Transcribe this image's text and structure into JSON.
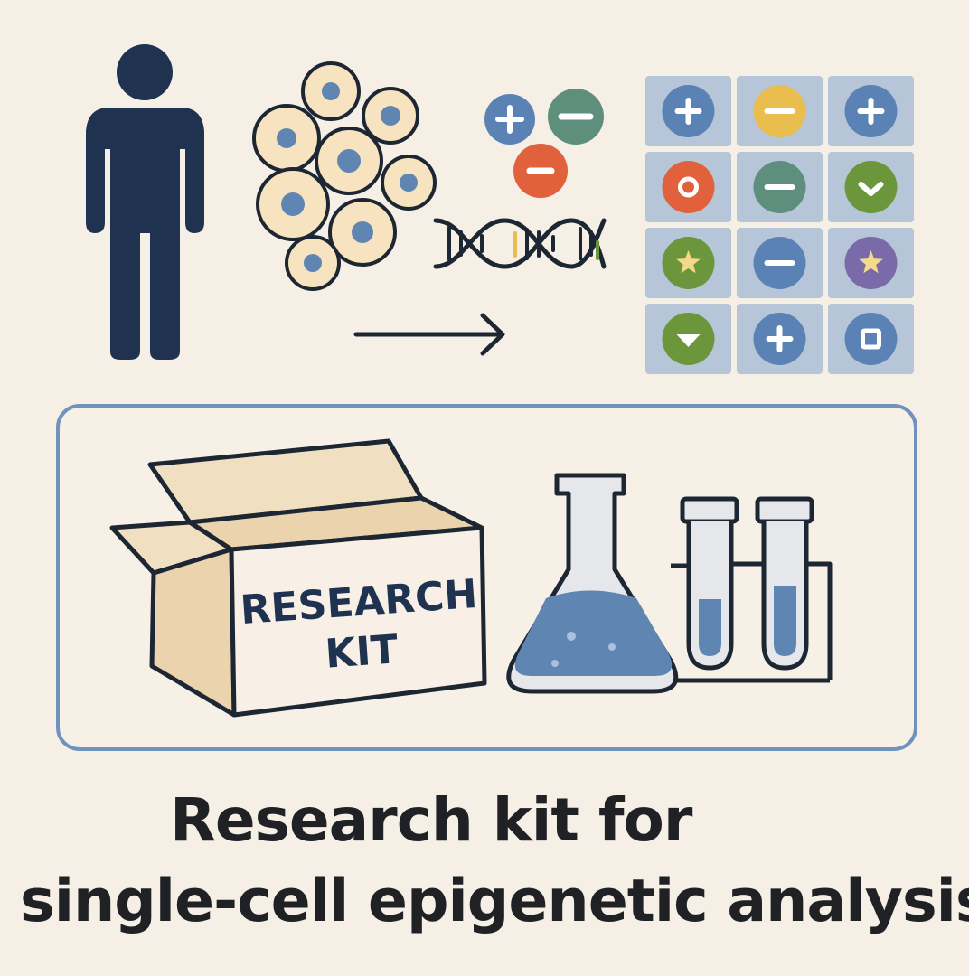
{
  "colors": {
    "background": "#f6efe5",
    "outline": "#1d2733",
    "person": "#1f3350",
    "cell_fill": "#f7e3bf",
    "cell_nucleus": "#5f86b3",
    "badge_blue": "#5b82b4",
    "badge_green": "#5d8f7c",
    "badge_red": "#e2613d",
    "badge_yellow": "#e9bd4e",
    "badge_olive": "#6c963c",
    "badge_purple": "#7a6aa9",
    "grid_tile": "#b6c6d8",
    "kit_border": "#6f93bd",
    "box_fill": "#f1dfc1",
    "box_side": "#ead3ad",
    "liquid": "#5f86b3",
    "glass": "#e5e7ea"
  },
  "top_panel": {
    "person_icon": "person-icon",
    "cells_icon": "cell-cluster-icon",
    "dna_icon": "dna-icon",
    "arrow_icon": "right-arrow-icon",
    "floating_marks": [
      {
        "symbol": "plus",
        "color": "badge_blue"
      },
      {
        "symbol": "minus",
        "color": "badge_green"
      },
      {
        "symbol": "minus",
        "color": "badge_red"
      }
    ],
    "grid": [
      [
        {
          "symbol": "plus",
          "color": "badge_blue"
        },
        {
          "symbol": "minus",
          "color": "badge_yellow"
        },
        {
          "symbol": "plus",
          "color": "badge_blue"
        }
      ],
      [
        {
          "symbol": "circle",
          "color": "badge_red"
        },
        {
          "symbol": "minus",
          "color": "badge_green"
        },
        {
          "symbol": "chevron",
          "color": "badge_olive"
        }
      ],
      [
        {
          "symbol": "star",
          "color": "badge_olive"
        },
        {
          "symbol": "minus",
          "color": "badge_blue"
        },
        {
          "symbol": "star",
          "color": "badge_purple"
        }
      ],
      [
        {
          "symbol": "triangle",
          "color": "badge_olive"
        },
        {
          "symbol": "plus",
          "color": "badge_blue"
        },
        {
          "symbol": "square",
          "color": "badge_blue"
        }
      ]
    ]
  },
  "kit_panel": {
    "box_label_line_1": "RESEARCH",
    "box_label_line_2": "KIT",
    "box_icon": "open-box-icon",
    "flask_icon": "erlenmeyer-flask-icon",
    "tubes_icon": "test-tube-rack-icon"
  },
  "caption": {
    "line_1": "Research kit for",
    "line_2": "single-cell epigenetic analysis"
  }
}
